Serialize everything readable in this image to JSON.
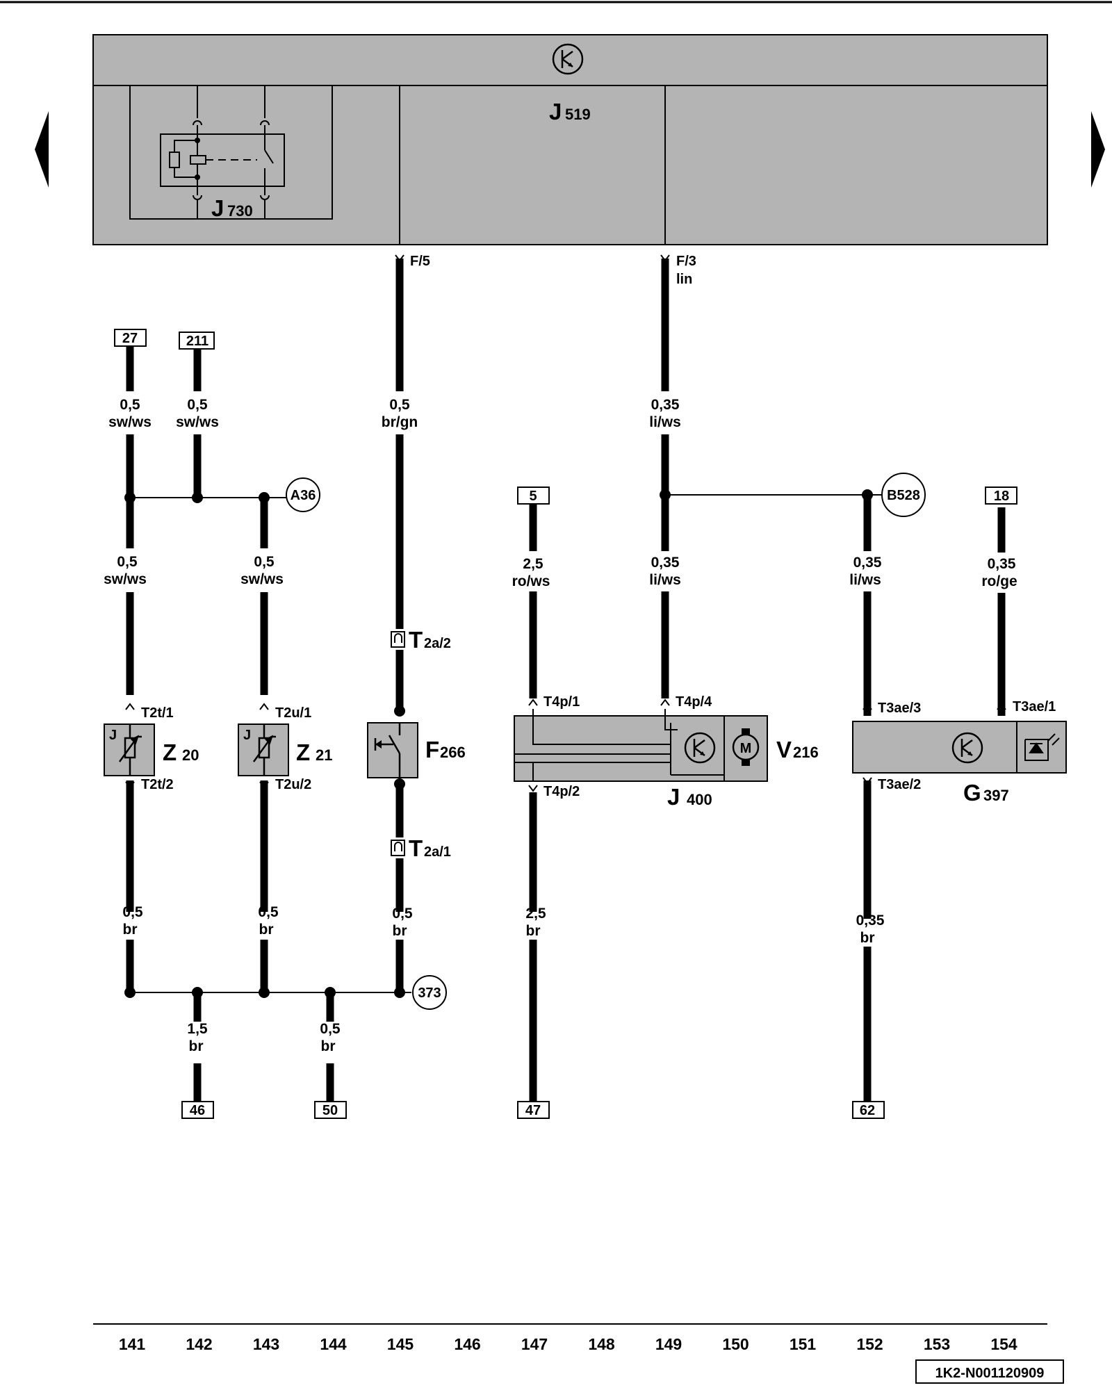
{
  "diagram_id": "1K2-N001120909",
  "nav": {
    "prev": "previous-page",
    "next": "next-page"
  },
  "control_unit": {
    "letter": "J",
    "number": "519"
  },
  "relay": {
    "letter": "J",
    "number": "730"
  },
  "components": {
    "z20": {
      "letter": "Z",
      "number": "20",
      "tag": "J"
    },
    "z21": {
      "letter": "Z",
      "number": "21",
      "tag": "J"
    },
    "f266": {
      "letter": "F",
      "number": "266"
    },
    "v216": {
      "letter": "V",
      "number": "216"
    },
    "j400": {
      "letter": "J",
      "number": "400"
    },
    "g397": {
      "letter": "G",
      "number": "397"
    },
    "motor_symbol": "M"
  },
  "pins": {
    "f5": "F/5",
    "f3": "F/3",
    "lin": "lin",
    "t2a2": "2a/2",
    "t2a1": "2a/1",
    "t2a_letter": "T",
    "t2t1": "T2t/1",
    "t2t2": "T2t/2",
    "t2u1": "T2u/1",
    "t2u2": "T2u/2",
    "t4p1": "T4p/1",
    "t4p4": "T4p/4",
    "t4p2": "T4p/2",
    "t3ae3": "T3ae/3",
    "t3ae1": "T3ae/1",
    "t3ae2": "T3ae/2"
  },
  "boxes": {
    "b27": "27",
    "b211": "211",
    "b5": "5",
    "b18": "18",
    "b46": "46",
    "b50": "50",
    "b47": "47",
    "b62": "62"
  },
  "circles": {
    "a36": "A36",
    "b528": "B528",
    "c373": "373"
  },
  "wires": {
    "w141_top": {
      "size": "0,5",
      "color": "sw/ws"
    },
    "w142_top": {
      "size": "0,5",
      "color": "sw/ws"
    },
    "w145_top": {
      "size": "0,5",
      "color": "br/gn"
    },
    "w149_top": {
      "size": "0,35",
      "color": "li/ws"
    },
    "w141_mid": {
      "size": "0,5",
      "color": "sw/ws"
    },
    "w143_mid": {
      "size": "0,5",
      "color": "sw/ws"
    },
    "w147_mid": {
      "size": "2,5",
      "color": "ro/ws"
    },
    "w149_mid": {
      "size": "0,35",
      "color": "li/ws"
    },
    "w152_mid": {
      "size": "0,35",
      "color": "li/ws"
    },
    "w154_mid": {
      "size": "0,35",
      "color": "ro/ge"
    },
    "w141_bot": {
      "size": "0,5",
      "color": "br"
    },
    "w143_bot": {
      "size": "0,5",
      "color": "br"
    },
    "w145_bot": {
      "size": "0,5",
      "color": "br"
    },
    "w147_bot": {
      "size": "2,5",
      "color": "br"
    },
    "w152_bot": {
      "size": "0,35",
      "color": "br"
    },
    "w142_gnd": {
      "size": "1,5",
      "color": "br"
    },
    "w144_gnd": {
      "size": "0,5",
      "color": "br"
    }
  },
  "axis": [
    "141",
    "142",
    "143",
    "144",
    "145",
    "146",
    "147",
    "148",
    "149",
    "150",
    "151",
    "152",
    "153",
    "154"
  ],
  "colors": {
    "component_fill": "#b4b4b4",
    "line": "#000000"
  }
}
